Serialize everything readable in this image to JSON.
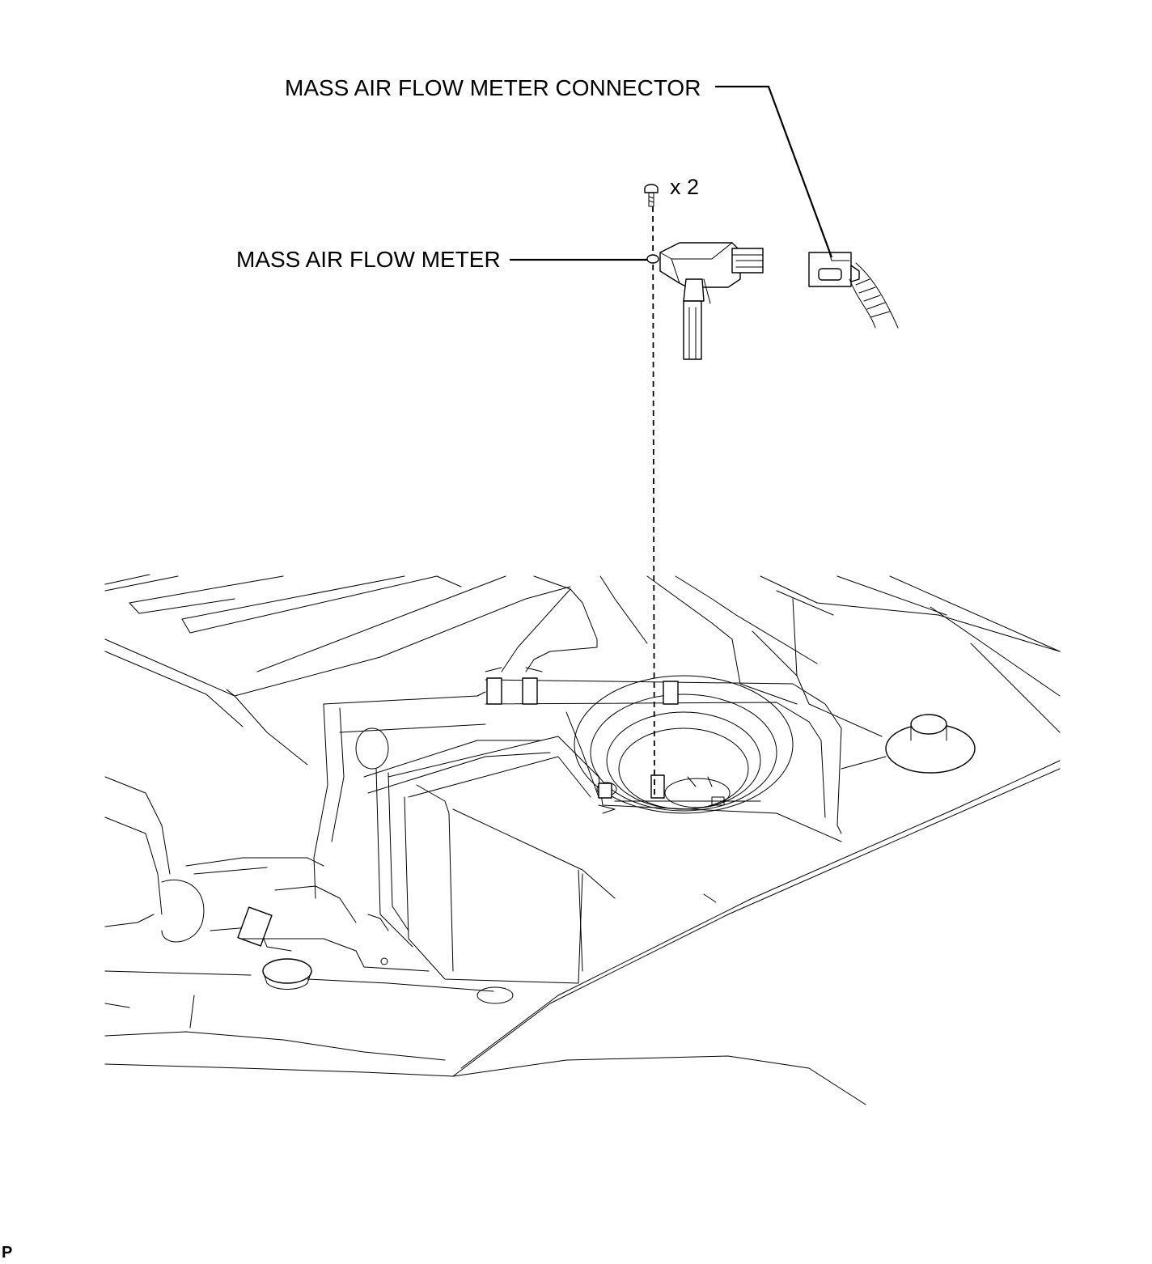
{
  "diagram": {
    "labels": {
      "connector": "MASS AIR FLOW METER CONNECTOR",
      "meter": "MASS AIR FLOW METER",
      "screw_quantity": "x 2",
      "corner_code": "P"
    },
    "icons": [
      "screw-icon",
      "mass-air-flow-meter-icon",
      "connector-icon",
      "engine-bay-illustration"
    ],
    "line_color": "#000000",
    "background_color": "#ffffff"
  }
}
